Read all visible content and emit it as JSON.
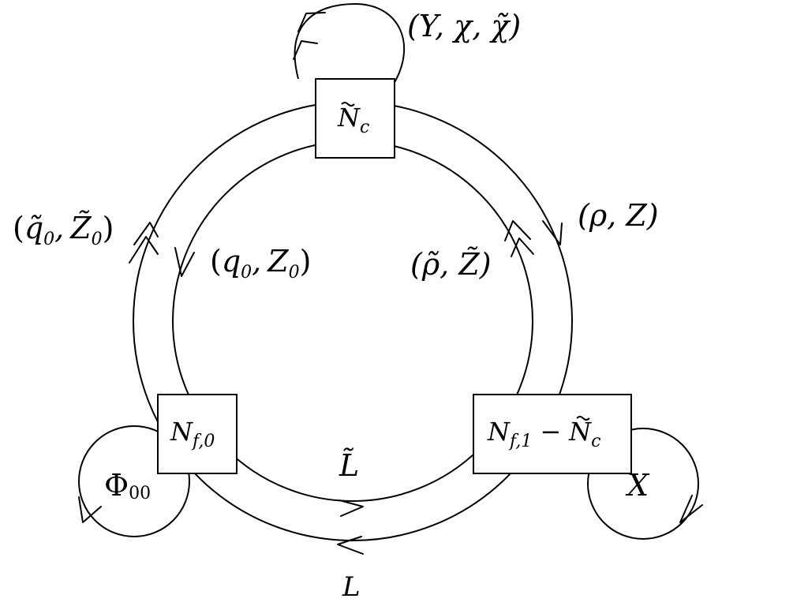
{
  "nodes": {
    "top": {
      "base": "N",
      "tilde": true,
      "sub": "c"
    },
    "left": {
      "base": "N",
      "sub": "f,0"
    },
    "right": {
      "base": "N",
      "sub": "f,1",
      "minus": "−",
      "second": "N",
      "second_tilde": true,
      "second_sub": "c"
    }
  },
  "edge_labels": {
    "top_loop": "(Y, χ, χ̃)",
    "outer_left": {
      "open": "(",
      "q": "q̃",
      "q_sub": "0",
      "comma": ",",
      "z": "Z̃",
      "z_sub": "0",
      "close": ")"
    },
    "inner_left": {
      "open": "(",
      "q": "q",
      "q_sub": "0",
      "comma": ",",
      "z": "Z",
      "z_sub": "0",
      "close": ")"
    },
    "outer_right": "(ρ, Z)",
    "inner_right": "(ρ̃, Z̃)",
    "inner_bottom": "L̃",
    "outer_bottom": "L",
    "left_loop": {
      "base": "Φ",
      "sub": "00"
    },
    "right_loop": "X"
  }
}
